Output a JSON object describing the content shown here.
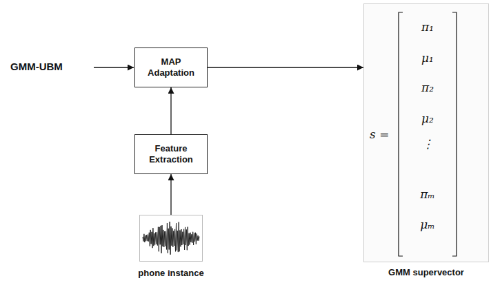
{
  "diagram": {
    "nodes": [
      {
        "text": [
          "MAP Adaptation"
        ]
      },
      {
        "text": [
          "Feature Extraction"
        ]
      },
      {
        "text": [
          "phone instance"
        ]
      },
      {
        "text": [
          "s =",
          "π₁",
          "μ₁",
          "π₂",
          "μ₂",
          "⋮",
          "πₘ",
          "μₘ",
          "GMM supervector"
        ]
      }
    ],
    "edges": [
      {
        "from": 2,
        "to": 1,
        "arrow": "to"
      },
      {
        "from": 1,
        "to": 0,
        "arrow": "to"
      },
      {
        "from": 0,
        "to": 3,
        "arrow": "to"
      }
    ],
    "labels": [
      "GMM-UBM"
    ]
  }
}
